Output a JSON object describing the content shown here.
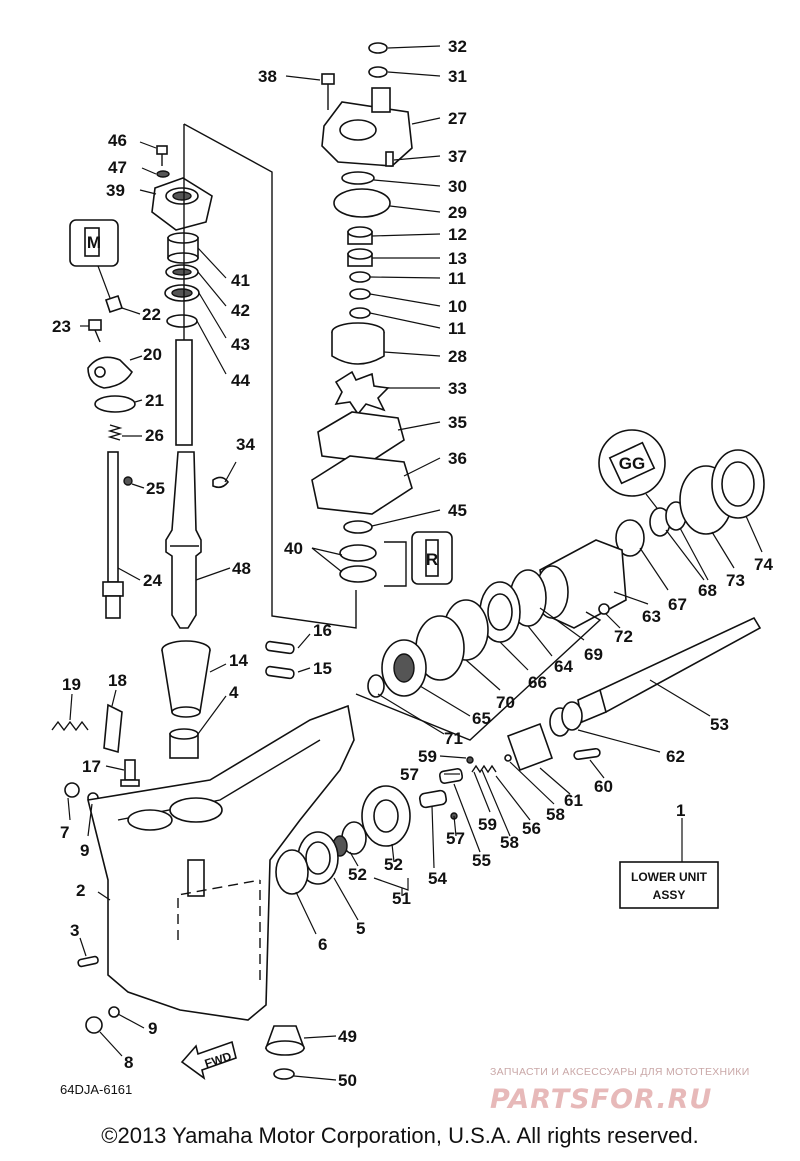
{
  "callouts": [
    "46",
    "47",
    "39",
    "41",
    "42",
    "43",
    "44",
    "22",
    "23",
    "20",
    "21",
    "26",
    "25",
    "24",
    "34",
    "48",
    "38",
    "32",
    "31",
    "27",
    "37",
    "30",
    "29",
    "12",
    "13",
    "11",
    "10",
    "11",
    "28",
    "33",
    "35",
    "36",
    "45",
    "40",
    "16",
    "14",
    "15",
    "4",
    "19",
    "18",
    "17",
    "7",
    "9",
    "2",
    "3",
    "9",
    "8",
    "49",
    "50",
    "65",
    "70",
    "66",
    "64",
    "69",
    "63",
    "72",
    "67",
    "68",
    "73",
    "74",
    "71",
    "53",
    "62",
    "59",
    "57",
    "60",
    "61",
    "58",
    "56",
    "59",
    "57",
    "55",
    "58",
    "54",
    "52",
    "52",
    "51",
    "6",
    "5",
    "1"
  ],
  "assy_box": {
    "line1": "LOWER UNIT",
    "line2": "ASSY"
  },
  "fwd_label": "FWD",
  "diagram_code": "64DJA-6161",
  "inset_labels": {
    "a": "M",
    "b": "GG",
    "c": "R"
  },
  "watermark": {
    "tagline": "ЗАПЧАСТИ И АКСЕССУАРЫ ДЛЯ МОТОТЕХНИКИ",
    "logo": "PARTSFOR.RU"
  },
  "copyright": "©2013 Yamaha Motor Corporation, U.S.A. All rights reserved."
}
